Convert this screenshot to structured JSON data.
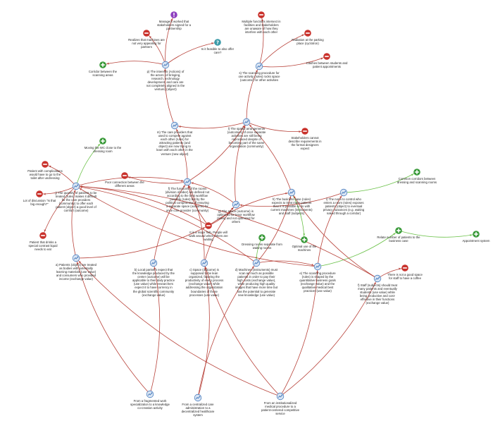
{
  "colors": {
    "link_red": "#b8433b",
    "link_green": "#6cc24a",
    "minus_red": "#c9322c",
    "plus_green": "#3a9a3a",
    "process_blue": "#4c7fbf",
    "question_teal": "#3a9aa8",
    "exclaim_purple": "#8e3fbf"
  },
  "nodes": [
    {
      "id": "managers",
      "icon": "exclaim-icon",
      "text": "Managers worked that stakeholders signed for a partnership"
    },
    {
      "id": "realizes",
      "icon": "minus-icon",
      "text": "Realizes that machines are not very appealing for partners"
    },
    {
      "id": "feasible",
      "icon": "question-icon",
      "text": "Is it feasible to also offer care?"
    },
    {
      "id": "corridor",
      "icon": "plus-icon",
      "text": "Corridor between the scanning areas"
    },
    {
      "id": "interests",
      "icon": "process-icon",
      "text": "p) The interests (Actions) of the actors (of bringing, research, technology development, and care are not completely aligned in the venture) (object)"
    },
    {
      "id": "multiple",
      "icon": "minus-icon",
      "text": "Multiple functions intersect in facilities and stakeholders are unaware of how they interfere with each other"
    },
    {
      "id": "radiation",
      "icon": "minus-icon",
      "text": "Radiation at the parking place (cyclotron)"
    },
    {
      "id": "clashes",
      "icon": "minus-icon",
      "text": "Clashes between students and patient appointments"
    },
    {
      "id": "scanning_proc",
      "icon": "process-icon",
      "text": "s) The scanning procedure for one activity (rules) rocks space (outcome) for other activities"
    },
    {
      "id": "care_providers",
      "icon": "process-icon",
      "text": "m) The care providers that used to compete against each other (rules) for attracting patients (and object) are now trying to learn with each other in the venture (new object)"
    },
    {
      "id": "spatial",
      "icon": "process-icon",
      "text": "l) The spatial arrangements (outcomes) of once separate activities are still being reproduced despite of becoming part of the same organization (community)"
    },
    {
      "id": "stakeholders",
      "icon": "minus-icon",
      "text": "Stakeholders cannot describe requirements in the formal designers expect"
    },
    {
      "id": "moving",
      "icon": "plus-icon",
      "text": "Moving the WC close to the dressing room"
    },
    {
      "id": "patient_comp",
      "icon": "minus-icon",
      "text": "Patient with complications would have to go to the toilet after undressing"
    },
    {
      "id": "discussion",
      "icon": "minus-icon",
      "text": "Lot of discussion \"Is that big enough?\""
    },
    {
      "id": "poor",
      "icon": "minus-icon",
      "text": "Poor connection between the different areas"
    },
    {
      "id": "functions_rooms",
      "icon": "process-icon",
      "text": "f) The functions of the rooms (division of labor) are defined not according to the best workflow possible (rules) but by the political compromise of ensuring a separate space (outcome) for once core provider (community)"
    },
    {
      "id": "space_opt",
      "icon": "process-icon",
      "text": "g) The space (outcome) is optimized for tenor workflow (rules) and not optimized for others"
    },
    {
      "id": "quantity",
      "icon": "process-icon",
      "text": "j) The quantity of patients to be treated (rules) makes it difficult for the care providers (community) to offer each patient (object) a good level of comfort (outcome)"
    },
    {
      "id": "business",
      "icon": "process-icon",
      "text": "h) The business case (rules) expects to treat more patients than it is possible to do with current machines (instruments) and staff (subjects)"
    },
    {
      "id": "norm",
      "icon": "process-icon",
      "text": "i) The norm to control who enters a room (rules) exposes patients (object) to eventual privacy nuisances (e.g. waiting naked through a corridor)"
    },
    {
      "id": "common",
      "icon": "plus-icon",
      "text": "Common corridors between dressing and scanning rooms"
    },
    {
      "id": "major",
      "icon": "minus-icon",
      "text": "It is a major hub. People will walk around when others are waiting"
    },
    {
      "id": "drinks",
      "icon": "minus-icon",
      "text": "Patient that drinks a special contrast liquid needs to eat"
    },
    {
      "id": "dressing",
      "icon": "plus-icon",
      "text": "Dressing rooms separate from waiting rooms"
    },
    {
      "id": "optimal",
      "icon": "plus-icon",
      "text": "Optimal use of the machines"
    },
    {
      "id": "relate",
      "icon": "plus-icon",
      "text": "Relate number of patients to the business case"
    },
    {
      "id": "appointment",
      "icon": "plus-icon",
      "text": "Appointment system"
    },
    {
      "id": "no_space",
      "icon": "minus-icon",
      "text": "There is not a good space for staff to have a coffee"
    },
    {
      "id": "patients_obj",
      "icon": "process-icon",
      "text": "a) Patients (object) are treated as bodies with potentially learning materials (use value) and consumers who provided income (exchange value)"
    },
    {
      "id": "local",
      "icon": "process-icon",
      "text": "b) Local partners expect that the knowledge produced by the center (outcome) will be applicable to their daily practice (use value) while researchers expect it to have currency in the global scientific community (exchange value)"
    },
    {
      "id": "space_out",
      "icon": "process-icon",
      "text": "c) Space (outcome) is supposed to be lean organized, favoring the productivity of every process (exchange value) while addressing the organization boundaries of those processes (use value)"
    },
    {
      "id": "machines",
      "icon": "process-icon",
      "text": "d) Machines (instruments) must scan as much as possible patients in order to pay their high costs (exchange value), while producing high quality images that have more time but has the potential to generate new knowledge (use value)"
    },
    {
      "id": "scanning_shaped",
      "icon": "process-icon",
      "text": "e) The scanning procedure (rules) is shaped by the quantitative business goals (exchange value) and the qualitative medical best practices (use value)"
    },
    {
      "id": "staff",
      "icon": "process-icon",
      "text": "f) Staff (subjects) should treat many patients and eventually students (use value) while being productive and cost-effective in their functions (exchange value)"
    },
    {
      "id": "fragmented",
      "icon": "process-icon",
      "text": "From a fragmented work specialization to a knowledge co-creation activity"
    },
    {
      "id": "centralized",
      "icon": "process-icon",
      "text": "From a centralized care administration to a decentralized healthcare system"
    },
    {
      "id": "institutionalized",
      "icon": "process-icon",
      "text": "From an institutionalized medical procedure to a patient-centered competitive service"
    }
  ],
  "links": [
    [
      "interests",
      "managers",
      "red"
    ],
    [
      "interests",
      "realizes",
      "red"
    ],
    [
      "interests",
      "feasible",
      "red"
    ],
    [
      "interests",
      "corridor",
      "red"
    ],
    [
      "care_providers",
      "interests",
      "red"
    ],
    [
      "scanning_proc",
      "multiple",
      "red"
    ],
    [
      "scanning_proc",
      "radiation",
      "red"
    ],
    [
      "scanning_proc",
      "clashes",
      "red"
    ],
    [
      "spatial",
      "scanning_proc",
      "red"
    ],
    [
      "spatial",
      "stakeholders",
      "red"
    ],
    [
      "spatial",
      "care_providers",
      "red"
    ],
    [
      "functions_rooms",
      "care_providers",
      "red"
    ],
    [
      "functions_rooms",
      "poor",
      "red"
    ],
    [
      "functions_rooms",
      "spatial",
      "red"
    ],
    [
      "space_opt",
      "spatial",
      "red"
    ],
    [
      "space_opt",
      "functions_rooms",
      "red"
    ],
    [
      "quantity",
      "moving",
      "green"
    ],
    [
      "quantity",
      "patient_comp",
      "red"
    ],
    [
      "quantity",
      "discussion",
      "red"
    ],
    [
      "quantity",
      "drinks",
      "red"
    ],
    [
      "quantity",
      "functions_rooms",
      "red"
    ],
    [
      "major",
      "quantity",
      "red"
    ],
    [
      "major",
      "functions_rooms",
      "red"
    ],
    [
      "major",
      "space_opt",
      "red"
    ],
    [
      "major",
      "business",
      "red"
    ],
    [
      "business",
      "spatial",
      "red"
    ],
    [
      "business",
      "optimal",
      "green"
    ],
    [
      "norm",
      "common",
      "green"
    ],
    [
      "norm",
      "space_opt",
      "red"
    ],
    [
      "scanning_shaped",
      "relate",
      "green"
    ],
    [
      "scanning_shaped",
      "norm",
      "red"
    ],
    [
      "relate",
      "appointment",
      "green"
    ],
    [
      "staff",
      "no_space",
      "red"
    ],
    [
      "dressing",
      "machines",
      "green"
    ],
    [
      "patients_obj",
      "quantity",
      "red"
    ],
    [
      "patients_obj",
      "major",
      "red"
    ],
    [
      "local",
      "functions_rooms",
      "red"
    ],
    [
      "space_out",
      "functions_rooms",
      "red"
    ],
    [
      "space_out",
      "space_opt",
      "red"
    ],
    [
      "machines",
      "business",
      "red"
    ],
    [
      "machines",
      "scanning_shaped",
      "red"
    ],
    [
      "machines",
      "quantity",
      "red"
    ],
    [
      "scanning_shaped",
      "quantity",
      "red"
    ],
    [
      "staff",
      "quantity",
      "red"
    ],
    [
      "staff",
      "business",
      "red"
    ],
    [
      "fragmented",
      "local",
      "red"
    ],
    [
      "fragmented",
      "patients_obj",
      "red"
    ],
    [
      "centralized",
      "space_out",
      "red"
    ],
    [
      "centralized",
      "machines",
      "red"
    ],
    [
      "institutionalized",
      "scanning_shaped",
      "red"
    ],
    [
      "institutionalized",
      "space_out",
      "red"
    ],
    [
      "institutionalized",
      "staff",
      "red"
    ],
    [
      "institutionalized",
      "patients_obj",
      "red"
    ]
  ]
}
